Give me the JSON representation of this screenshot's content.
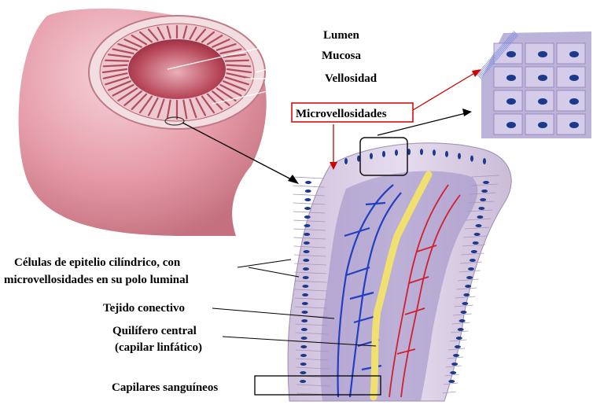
{
  "labels": {
    "lumen": "Lumen",
    "mucosa": "Mucosa",
    "vellosidad": "Vellosidad",
    "microvellosidades": "Microvellosidades",
    "celulas_line1": "Células de epitelio cilíndrico, con",
    "celulas_line2": "microvellosidades en su polo luminal",
    "tejido": "Tejido conectivo",
    "quilifero_line1": "Quilífero central",
    "quilifero_line2": "(capilar linfático)",
    "capilares": "Capilares sanguíneos"
  },
  "colors": {
    "intestine": "#e8a0ac",
    "intestine_dark": "#c8606e",
    "villus_epithelium": "#d6c8e0",
    "nucleus": "#1c3a8c",
    "vein": "#2040c0",
    "artery": "#d02030",
    "lacteal": "#f0e070",
    "highlight_box": "#d00000"
  }
}
